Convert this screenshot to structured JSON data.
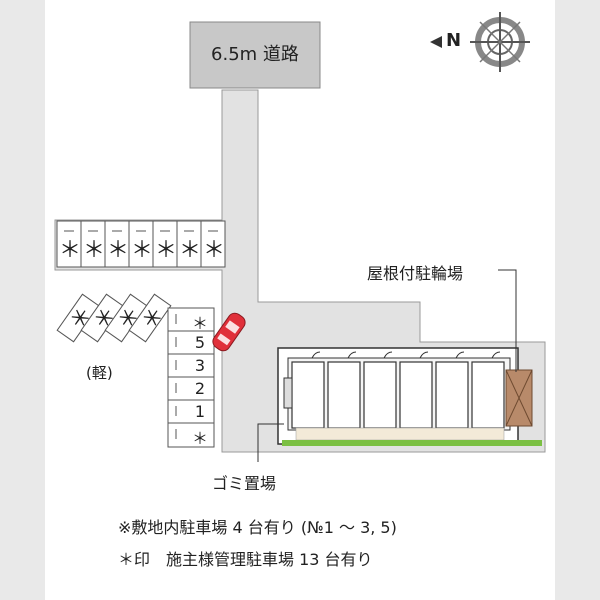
{
  "road": {
    "label": "6.5m 道路"
  },
  "compass": {
    "north_label": "N"
  },
  "labels": {
    "bicycle_parking": "屋根付駐輪場",
    "garbage_area": "ゴミ置場",
    "light_vehicle": "(軽)"
  },
  "parking": {
    "star_glyph": "＊",
    "top_row_count": 7,
    "angled_count": 4,
    "column_labels": [
      "＊",
      "5",
      "3",
      "2",
      "1",
      "＊"
    ]
  },
  "notes": [
    "※敷地内駐車場 4 台有り (№1 ～ 3, 5)",
    "＊印　施主様管理駐車場 13 台有り"
  ],
  "colors": {
    "road_box": "#c8c8c8",
    "lot": "#dcdcdc",
    "building_fill": "#ffffff",
    "building_stroke": "#333333",
    "bike_shed": "#b88a6a",
    "hedge": "#7bc043",
    "car": "#e0303a"
  }
}
